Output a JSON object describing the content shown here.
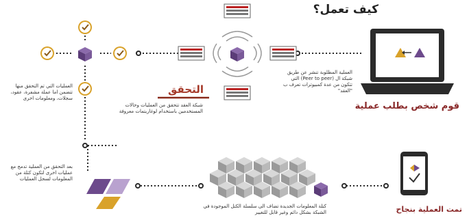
{
  "title": "كيف تعمل؟",
  "step_request": "قوم شخص بطلب عملية",
  "step_broadcast": "العملية المطلوبة تنشر عن طريق شبكة ال (Peer to peer) التي تتكون من عدة كمبيوترات تعرف ب \"العقد\"",
  "verify_heading": "التحقق",
  "verify_desc": "شبكة العقد تتحقق من العمليات وحالات المستخدمين باستخدام لوغاريتمات معروفة",
  "verified_desc": "العمليات التي تم التحقق منها تتضمن اما عملة مشفرة، عقود، سجلات، ومعلومات اخرى",
  "block_desc": "بعد التحقق من العملية تدمج مع عمليات اخرى لتكون كتلة من المعلومات لسجل العمليات",
  "chain_desc": "كتلة المعلومات الجديدة تضاف الى سلسلة الكتل الموجودة في الشبكة بشكل دائم وغير قابل للتغيير",
  "step_complete": "تمت العملية بنجاح",
  "colors": {
    "gold": "#d9a22a",
    "purple": "#6d4a8c",
    "dark": "#2b2b2b",
    "red_heading": "#a63a2a"
  },
  "icons": [
    "laptop-icon",
    "server-icon",
    "block-cube-icon",
    "check-icon",
    "phone-icon",
    "chain-cubes-icon",
    "merged-block-icon"
  ]
}
